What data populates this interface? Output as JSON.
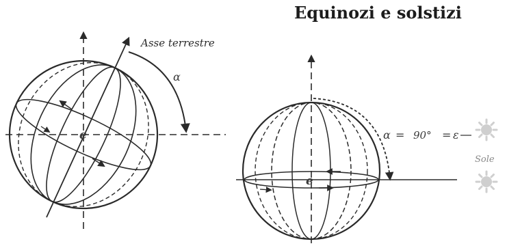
{
  "title": "Equinozi e solstizi",
  "left_diagram": {
    "axis_label": "Asse terrestre",
    "angle_label": "α",
    "center_label": "e"
  },
  "right_diagram": {
    "angle_label": "α",
    "equation_equals": "=",
    "angle_value": "90°",
    "equals_2": "=",
    "equation_rhs": "ε",
    "sun_label": "Sole",
    "center_label": "e"
  },
  "colors": {
    "ink": "#2a2a2a",
    "sun": "#cfcfcf"
  }
}
